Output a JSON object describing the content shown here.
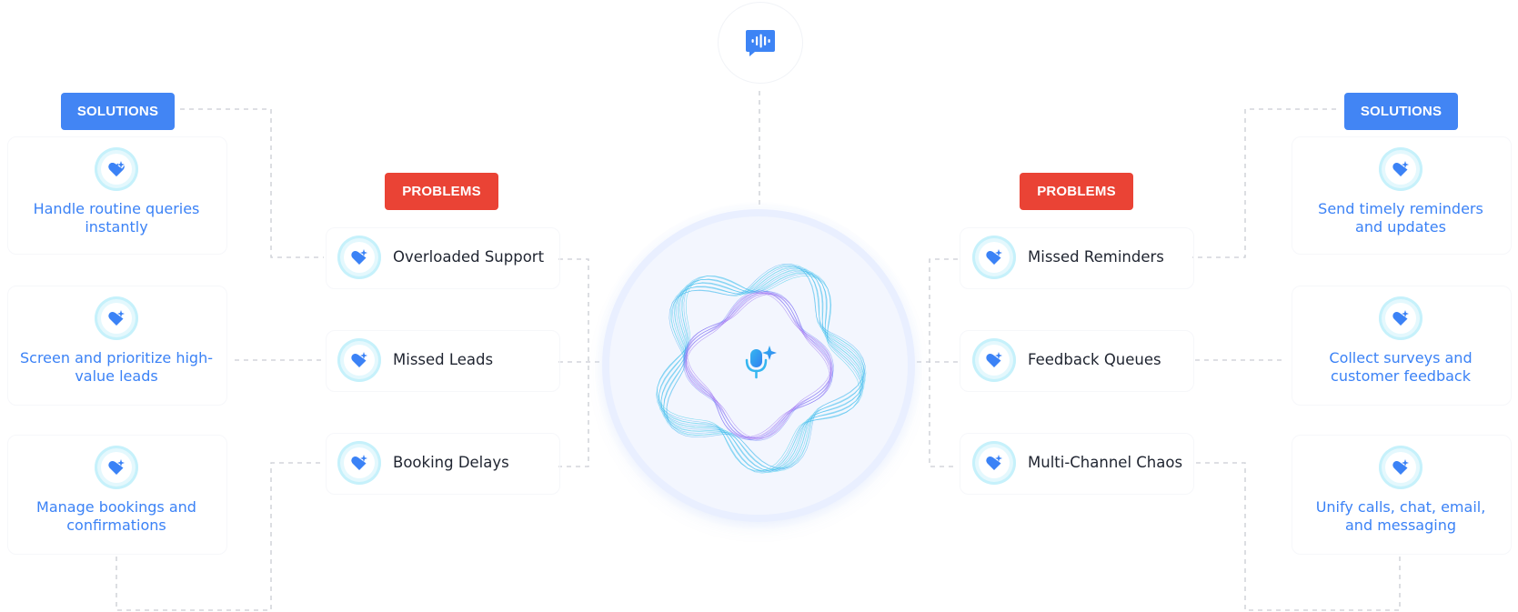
{
  "colors": {
    "solution": "#4285f4",
    "problem": "#ea4335",
    "solution_text": "#3b82f6",
    "problem_text": "#1f2430",
    "connector": "#c9ccd3"
  },
  "top_icon": "voice-message-icon",
  "hub_icon": "ai-microphone-icon",
  "item_icon": "heart-sparkle-icon",
  "left": {
    "solutions_label": "SOLUTIONS",
    "problems_label": "PROBLEMS",
    "solutions": [
      {
        "line1": "Handle routine queries",
        "line2": "instantly"
      },
      {
        "line1": "Screen and prioritize high-",
        "line2": "value leads"
      },
      {
        "line1": "Manage bookings and",
        "line2": "confirmations"
      }
    ],
    "problems": [
      "Overloaded Support",
      "Missed Leads",
      "Booking Delays"
    ]
  },
  "right": {
    "solutions_label": "SOLUTIONS",
    "problems_label": "PROBLEMS",
    "solutions": [
      {
        "line1": "Send timely reminders",
        "line2": "and updates"
      },
      {
        "line1": "Collect surveys and",
        "line2": "customer feedback"
      },
      {
        "line1": "Unify calls, chat, email,",
        "line2": "and messaging"
      }
    ],
    "problems": [
      "Missed Reminders",
      "Feedback Queues",
      "Multi-Channel Chaos"
    ]
  }
}
